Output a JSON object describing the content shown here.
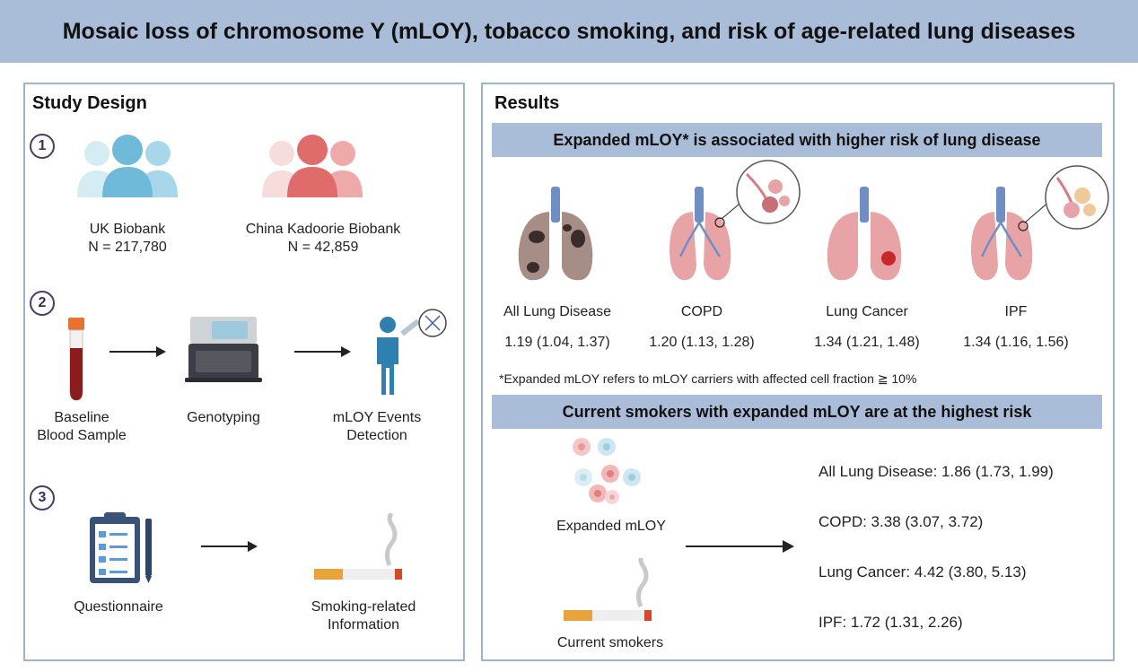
{
  "header": {
    "title": "Mosaic loss of chromosome Y (mLOY), tobacco smoking, and risk of age-related  lung diseases"
  },
  "study_design": {
    "heading": "Study Design",
    "steps": [
      "1",
      "2",
      "3"
    ],
    "cohorts": [
      {
        "name": "UK Biobank",
        "n": "N = 217,780",
        "color": "#6fb9d9"
      },
      {
        "name": "China Kadoorie Biobank",
        "n": "N = 42,859",
        "color": "#e06b6b"
      }
    ],
    "pipeline": [
      {
        "label_line1": "Baseline",
        "label_line2": "Blood Sample"
      },
      {
        "label_line1": "Genotyping",
        "label_line2": ""
      },
      {
        "label_line1": "mLOY Events",
        "label_line2": "Detection"
      }
    ],
    "questionnaire": {
      "label": "Questionnaire"
    },
    "smoking_info": {
      "label_line1": "Smoking-related",
      "label_line2": "Information"
    }
  },
  "results": {
    "heading": "Results",
    "band1": "Expanded mLOY* is associated with higher risk of lung disease",
    "diseases": [
      {
        "name": "All Lung Disease",
        "value": "1.19 (1.04, 1.37)"
      },
      {
        "name": "COPD",
        "value": "1.20 (1.13, 1.28)"
      },
      {
        "name": "Lung Cancer",
        "value": "1.34 (1.21, 1.48)"
      },
      {
        "name": "IPF",
        "value": "1.34 (1.16, 1.56)"
      }
    ],
    "footnote": "*Expanded mLOY refers to mLOY carriers with affected cell fraction ≧ 10%",
    "band2": "Current smokers with expanded mLOY are at the highest risk",
    "expanded_label": "Expanded mLOY",
    "smokers_label": "Current smokers",
    "combined": [
      "All Lung Disease: 1.86 (1.73, 1.99)",
      "COPD: 3.38 (3.07, 3.72)",
      "Lung Cancer: 4.42 (3.80, 5.13)",
      "IPF: 1.72 (1.31, 2.26)"
    ]
  },
  "colors": {
    "title_band": "#a9bcd8",
    "panel_border": "#9fb2ce",
    "lung_pink": "#e8a3a7",
    "airway_blue": "#6f8fc4",
    "person_blue": "#2f7fb0",
    "blood_red": "#8b1c1c"
  },
  "icons": [
    "people-group-icon",
    "test-tube-icon",
    "sequencer-icon",
    "person-dna-icon",
    "clipboard-icon",
    "cigarette-icon",
    "lungs-icon",
    "cells-icon",
    "arrow-right-icon"
  ]
}
